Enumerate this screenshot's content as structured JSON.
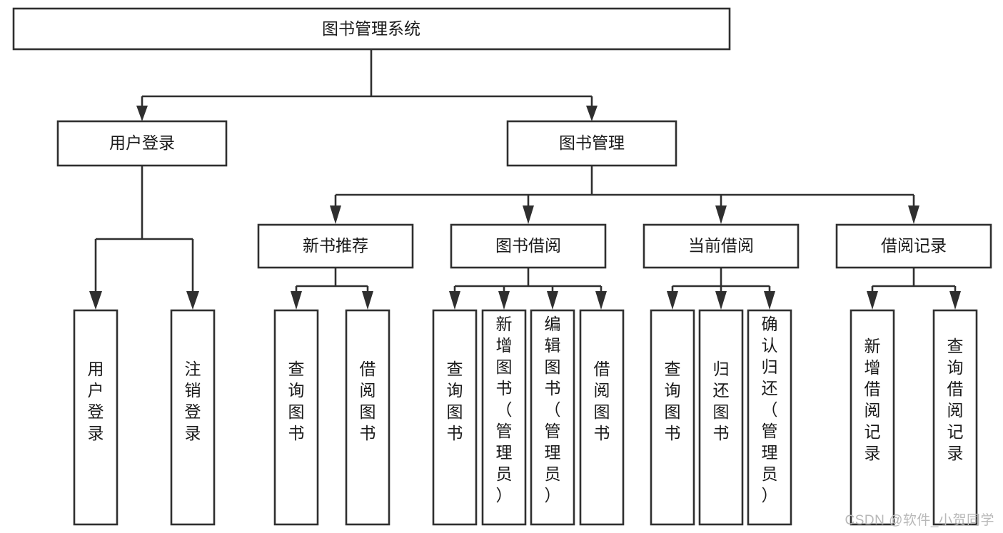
{
  "diagram": {
    "type": "tree",
    "title": "图书管理系统",
    "orientation": "top-down",
    "root": {
      "id": "root",
      "label": "图书管理系统",
      "text_orientation": "horizontal"
    },
    "level2": [
      {
        "id": "user-login",
        "label": "用户登录",
        "text_orientation": "horizontal"
      },
      {
        "id": "book-manage",
        "label": "图书管理",
        "text_orientation": "horizontal"
      }
    ],
    "level3": [
      {
        "id": "new-book-recommend",
        "label": "新书推荐",
        "parent": "book-manage",
        "text_orientation": "horizontal"
      },
      {
        "id": "book-borrow",
        "label": "图书借阅",
        "parent": "book-manage",
        "text_orientation": "horizontal"
      },
      {
        "id": "current-borrow",
        "label": "当前借阅",
        "parent": "book-manage",
        "text_orientation": "horizontal"
      },
      {
        "id": "borrow-record",
        "label": "借阅记录",
        "parent": "book-manage",
        "text_orientation": "horizontal"
      }
    ],
    "leaves": [
      {
        "id": "leaf-user-login",
        "label": "用户登录",
        "parent": "user-login",
        "text_orientation": "vertical"
      },
      {
        "id": "leaf-user-logout",
        "label": "注销登录",
        "parent": "user-login",
        "text_orientation": "vertical"
      },
      {
        "id": "leaf-query-book-1",
        "label": "查询图书",
        "parent": "new-book-recommend",
        "text_orientation": "vertical"
      },
      {
        "id": "leaf-borrow-book-1",
        "label": "借阅图书",
        "parent": "new-book-recommend",
        "text_orientation": "vertical"
      },
      {
        "id": "leaf-query-book-2",
        "label": "查询图书",
        "parent": "book-borrow",
        "text_orientation": "vertical"
      },
      {
        "id": "leaf-add-book",
        "label": "新增图书（管理员）",
        "parent": "book-borrow",
        "text_orientation": "vertical"
      },
      {
        "id": "leaf-edit-book",
        "label": "编辑图书（管理员）",
        "parent": "book-borrow",
        "text_orientation": "vertical"
      },
      {
        "id": "leaf-borrow-book-2",
        "label": "借阅图书",
        "parent": "book-borrow",
        "text_orientation": "vertical"
      },
      {
        "id": "leaf-query-book-3",
        "label": "查询图书",
        "parent": "current-borrow",
        "text_orientation": "vertical"
      },
      {
        "id": "leaf-return-book",
        "label": "归还图书",
        "parent": "current-borrow",
        "text_orientation": "vertical"
      },
      {
        "id": "leaf-confirm-return",
        "label": "确认归还（管理员）",
        "parent": "current-borrow",
        "text_orientation": "vertical"
      },
      {
        "id": "leaf-add-record",
        "label": "新增借阅记录",
        "parent": "borrow-record",
        "text_orientation": "vertical"
      },
      {
        "id": "leaf-query-record",
        "label": "查询借阅记录",
        "parent": "borrow-record",
        "text_orientation": "vertical"
      }
    ],
    "colors": {
      "box_fill": "#ffffff",
      "box_stroke": "#2f2f2f",
      "text": "#1a1a1a",
      "background": "#ffffff",
      "watermark": "#b8b8b8"
    }
  },
  "watermark": {
    "text": "CSDN @软件_小贺同学"
  }
}
